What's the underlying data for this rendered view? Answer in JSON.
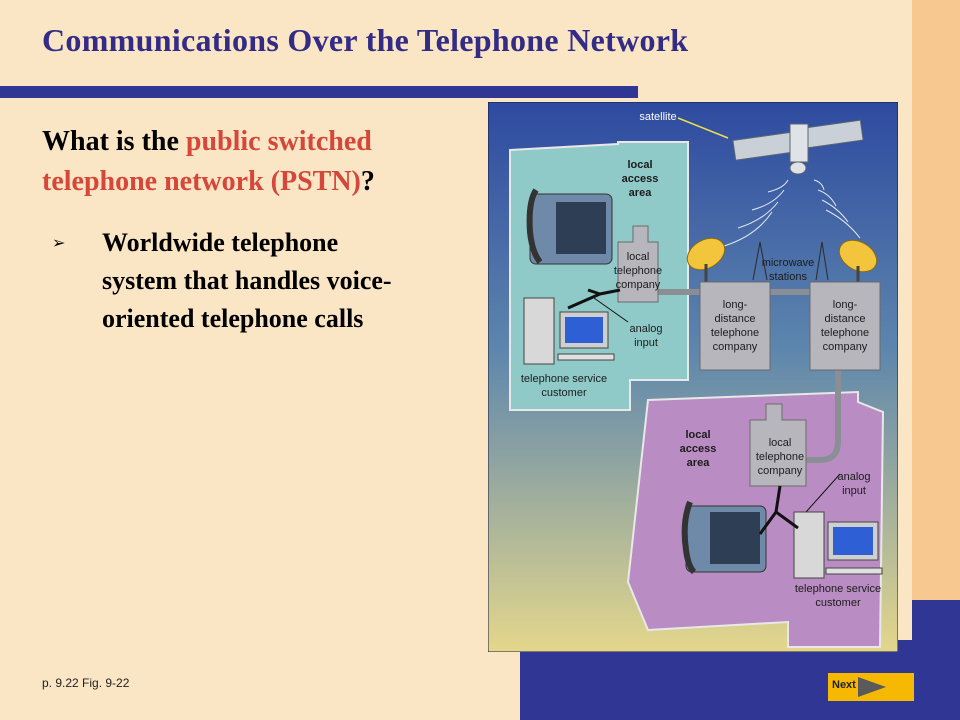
{
  "slide": {
    "title": "Communications Over the Telephone Network",
    "question_prefix": "What is the ",
    "question_highlight": "public switched telephone network (PSTN)",
    "question_suffix": "?",
    "bullets": [
      "Worldwide telephone system that handles voice-oriented telephone calls"
    ],
    "page_ref": "p. 9.22 Fig. 9-22",
    "next_label": "Next"
  },
  "figure": {
    "satellite": "satellite",
    "microwave_1": "microwave",
    "microwave_2": "stations",
    "top_local_1": "local",
    "top_local_2": "access",
    "top_local_3": "area",
    "top_company_1": "local",
    "top_company_2": "telephone",
    "top_company_3": "company",
    "top_analog_1": "analog",
    "top_analog_2": "input",
    "top_customer_1": "telephone service",
    "top_customer_2": "customer",
    "ld_left_1": "long-",
    "ld_left_2": "distance",
    "ld_left_3": "telephone",
    "ld_left_4": "company",
    "ld_right_1": "long-",
    "ld_right_2": "distance",
    "ld_right_3": "telephone",
    "ld_right_4": "company",
    "bot_local_1": "local",
    "bot_local_2": "access",
    "bot_local_3": "area",
    "bot_company_1": "local",
    "bot_company_2": "telephone",
    "bot_company_3": "company",
    "bot_analog_1": "analog",
    "bot_analog_2": "input",
    "bot_customer_1": "telephone service",
    "bot_customer_2": "customer"
  },
  "colors": {
    "title": "#322c86",
    "highlight": "#d4473a",
    "band": "#2f3693",
    "next": "#f6b800"
  }
}
